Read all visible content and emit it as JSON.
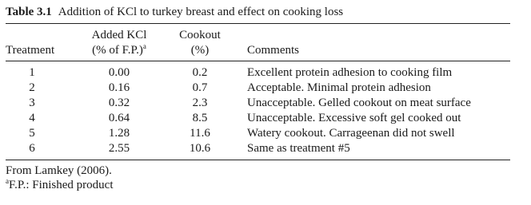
{
  "caption": {
    "label": "Table 3.1",
    "title": "Addition of KCl to turkey breast and effect on cooking loss"
  },
  "headers": {
    "treatment": "Treatment",
    "kcl_line1": "Added KCl",
    "kcl_line2": "(% of F.P.)",
    "kcl_sup": "a",
    "cookout_line1": "Cookout",
    "cookout_line2": "(%)",
    "comments": "Comments"
  },
  "rows": [
    {
      "treatment": "1",
      "kcl": "0.00",
      "cookout": "0.2",
      "comment": "Excellent protein adhesion to cooking film"
    },
    {
      "treatment": "2",
      "kcl": "0.16",
      "cookout": "0.7",
      "comment": "Acceptable. Minimal protein adhesion"
    },
    {
      "treatment": "3",
      "kcl": "0.32",
      "cookout": "2.3",
      "comment": "Unacceptable. Gelled cookout on meat surface"
    },
    {
      "treatment": "4",
      "kcl": "0.64",
      "cookout": "8.5",
      "comment": "Unacceptable. Excessive soft gel cooked out"
    },
    {
      "treatment": "5",
      "kcl": "1.28",
      "cookout": "11.6",
      "comment": "Watery cookout. Carrageenan did not swell"
    },
    {
      "treatment": "6",
      "kcl": "2.55",
      "cookout": "10.6",
      "comment": "Same as treatment #5"
    }
  ],
  "footnotes": {
    "source": "From Lamkey (2006).",
    "a_sup": "a",
    "a_text": "F.P.: Finished product"
  }
}
